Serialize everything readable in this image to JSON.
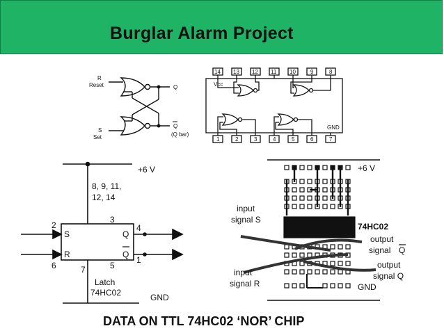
{
  "slide": {
    "title": "Burglar Alarm Project",
    "caption": "DATA ON TTL 74HC02 ‘NOR’ CHIP"
  },
  "latch_logic": {
    "r_label": "R",
    "reset_label": "Reset",
    "s_label": "S",
    "set_label": "Set",
    "q_label": "Q",
    "qbar_label": "Q",
    "qbar_note": "(Q bar)"
  },
  "pinout": {
    "top_pins": [
      "14",
      "13",
      "12",
      "11",
      "10",
      "9",
      "8"
    ],
    "bottom_pins": [
      "1",
      "2",
      "3",
      "4",
      "5",
      "6",
      "7"
    ],
    "vcc_label": "Vcc",
    "gnd_label": "GND"
  },
  "block": {
    "supply_label": "+6 V",
    "vcc_pins_line1": "8, 9, 11,",
    "vcc_pins_line2": "12, 14",
    "pin2": "2",
    "pin6": "6",
    "pin3": "3",
    "pin4": "4",
    "pin5": "5",
    "pin1": "1",
    "pin7": "7",
    "s_label": "S",
    "r_label": "R",
    "q_label": "Q",
    "qbar_label": "Q",
    "latch_line1": "Latch",
    "latch_line2": "74HC02",
    "gnd_label": "GND"
  },
  "breadboard": {
    "supply_label": "+6 V",
    "chip_label": "74HC02",
    "input_s_line1": "input",
    "input_s_line2": "signal S",
    "input_r_line1": "input",
    "input_r_line2": "signal R",
    "out_qbar_line1": "output",
    "out_qbar_line2": "signal",
    "out_qbar_sym": "Q",
    "out_q_line1": "output",
    "out_q_line2": "signal Q",
    "gnd_label": "GND"
  }
}
